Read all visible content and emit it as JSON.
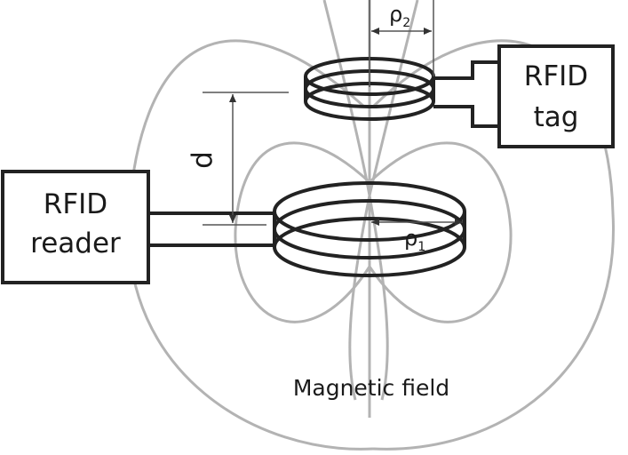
{
  "reader_box": {
    "line1": "RFID",
    "line2": "reader"
  },
  "tag_box": {
    "line1": "RFID",
    "line2": "tag"
  },
  "field_label": "Magnetic field",
  "distance_label": "d",
  "rho1": {
    "symbol": "ρ",
    "sub": "1"
  },
  "rho2": {
    "symbol": "ρ",
    "sub": "2"
  },
  "colors": {
    "field_lines": "#b3b3b3",
    "wire": "#222222",
    "dimension": "#555555"
  }
}
